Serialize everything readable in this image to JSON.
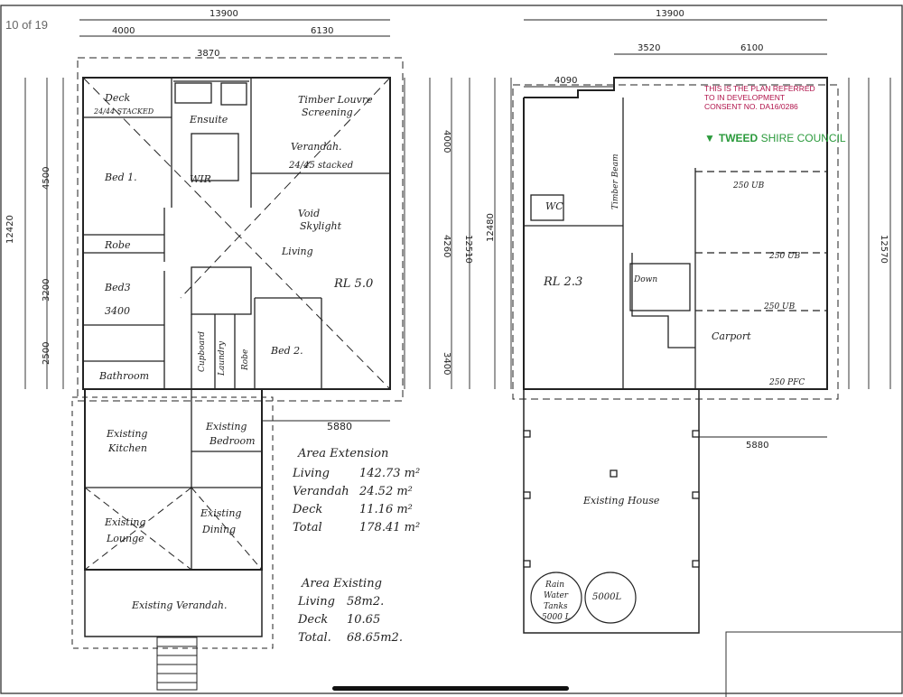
{
  "viewer": {
    "page_counter": "10 of 19"
  },
  "stamp": {
    "line1": "THIS IS THE PLAN REFERRED",
    "line2": "TO IN DEVELOPMENT",
    "line3": "CONSENT NO. DA16/0286",
    "council_bold": "TWEED",
    "council_rest": "SHIRE COUNCIL"
  },
  "left_plan": {
    "dims_top": [
      "13900",
      "4000",
      "3870",
      "6130"
    ],
    "dims_left": [
      "12420",
      "4500",
      "3200",
      "2500"
    ],
    "dims_right": [
      "4000",
      "4260",
      "12510",
      "3400"
    ],
    "rooms": {
      "deck": "Deck",
      "deck_note": "24/44 STACKED",
      "ensuite": "Ensuite",
      "wir": "WIR",
      "screen": "Timber Louvre",
      "screen2": "Screening",
      "verandah": "Verandah.",
      "verandah_note": "24/45 stacked",
      "bed1": "Bed 1.",
      "void": "Void",
      "skylight": "Skylight",
      "living": "Living",
      "rl": "RL 5.0",
      "robe": "Robe",
      "bed3": "Bed3",
      "bed3_dim": "3400",
      "cupboard": "Cupboard",
      "laundry": "Laundry",
      "robe2": "Robe",
      "bed2": "Bed 2.",
      "bathroom": "Bathroom",
      "ex_kitchen": "Existing",
      "ex_kitchen2": "Kitchen",
      "ex_bedroom": "Existing",
      "ex_bedroom2": "Bedroom",
      "ex_lounge": "Existing",
      "ex_lounge2": "Lounge",
      "ex_dining": "Existing",
      "ex_dining2": "Dining",
      "ex_verandah": "Existing Verandah.",
      "label_5880": "5880"
    },
    "area_extension": {
      "title": "Area Extension",
      "rows": [
        {
          "label": "Living",
          "value": "142.73 m²"
        },
        {
          "label": "Verandah",
          "value": "24.52 m²"
        },
        {
          "label": "Deck",
          "value": "11.16 m²"
        },
        {
          "label": "Total",
          "value": "178.41 m²"
        }
      ]
    },
    "area_existing": {
      "title": "Area Existing",
      "rows": [
        {
          "label": "Living",
          "value": "58m2."
        },
        {
          "label": "Deck",
          "value": "10.65"
        },
        {
          "label": "Total.",
          "value": "68.65m2."
        }
      ]
    }
  },
  "right_plan": {
    "dims_top": [
      "13900",
      "3520",
      "6100",
      "4090"
    ],
    "dims_left": [
      "12480"
    ],
    "dims_right": [
      "12570"
    ],
    "labels": {
      "wc": "WC",
      "rl": "RL 2.3",
      "down": "Down",
      "carport": "Carport",
      "timber_beam": "Timber Beam",
      "ub1": "250 UB",
      "ub2": "250 UB",
      "ub3": "250 UB",
      "pfc": "250 PFC",
      "existing_house": "Existing House",
      "tank1": "Rain",
      "tank1b": "Water",
      "tank1c": "Tanks",
      "tank1d": "5000 L",
      "tank2": "5000L",
      "label_5880": "5880"
    }
  }
}
